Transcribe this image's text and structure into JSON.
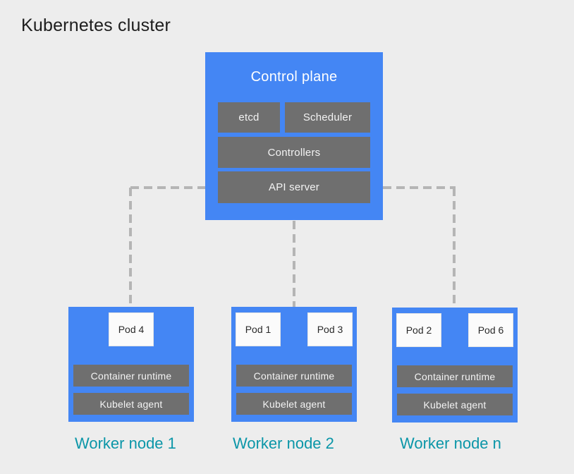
{
  "title": "Kubernetes cluster",
  "colors": {
    "background": "#ededed",
    "node_blue": "#4486f4",
    "box_gray": "#6f6f6f",
    "pod_white": "#fbfbfb",
    "pod_text": "#2a2a2a",
    "connector_gray": "#b5b5b5",
    "worker_label_teal": "#0b96a8",
    "title_dark": "#1d1d1d"
  },
  "control_plane": {
    "title": "Control plane",
    "etcd": "etcd",
    "scheduler": "Scheduler",
    "controllers": "Controllers",
    "api_server": "API server"
  },
  "worker_nodes": [
    {
      "label": "Worker node 1",
      "pods": [
        "Pod 4"
      ],
      "container_runtime": "Container runtime",
      "kubelet": "Kubelet agent"
    },
    {
      "label": "Worker node 2",
      "pods": [
        "Pod 1",
        "Pod 3"
      ],
      "container_runtime": "Container runtime",
      "kubelet": "Kubelet agent"
    },
    {
      "label": "Worker node n",
      "pods": [
        "Pod 2",
        "Pod 6"
      ],
      "container_runtime": "Container runtime",
      "kubelet": "Kubelet agent"
    }
  ]
}
